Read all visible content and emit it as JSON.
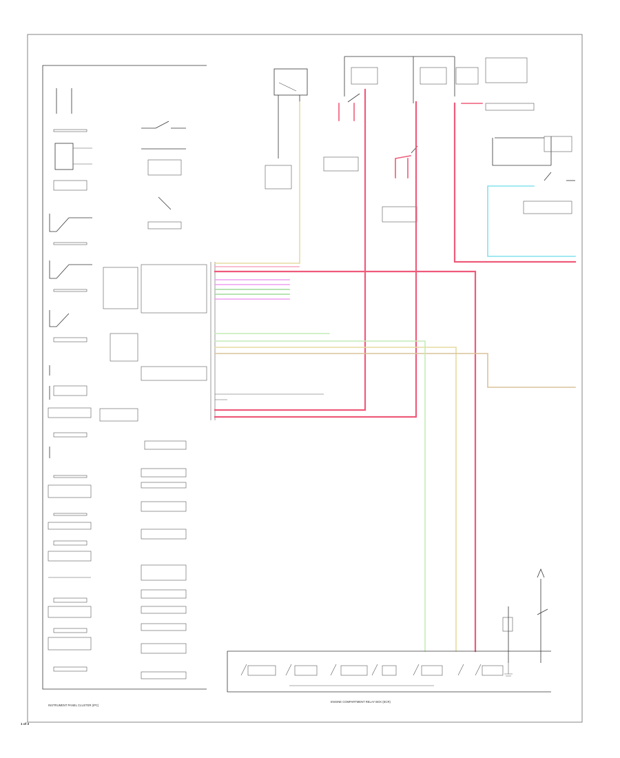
{
  "footer": {
    "cluster_caption": "INSTRUMENT PANEL CLUSTER (IPC)",
    "bottom_module_caption": "ENGINE COMPARTMENT RELAY BOX (ECR)",
    "page_tag": "1 of 3"
  },
  "colors": {
    "red": "#ee5a7a",
    "pink": "#f7a8c0",
    "yellow": "#e6dba0",
    "green": "#9fd99a",
    "light_green": "#c3ecb5",
    "violet": "#ef9df0",
    "cyan": "#82e1ee",
    "tan": "#d9c39a",
    "frame": "#777777"
  }
}
